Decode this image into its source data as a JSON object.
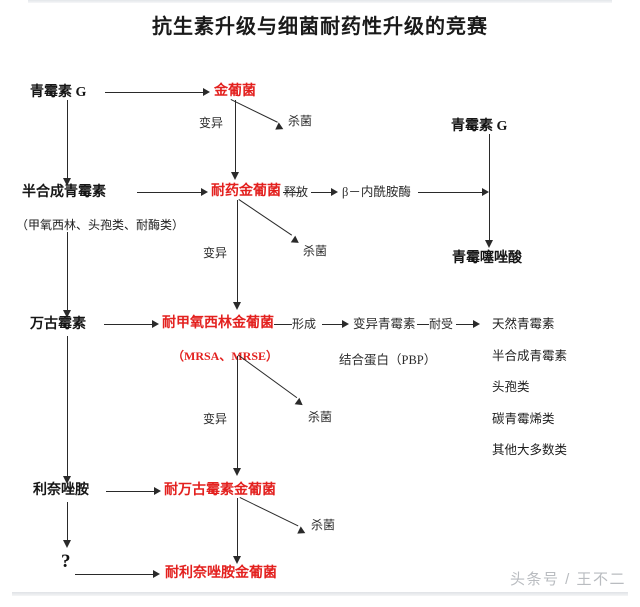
{
  "title": "抗生素升级与细菌耐药性升级的竞赛",
  "colors": {
    "bacteria_red": "#e3211f",
    "text_black": "#161616",
    "line": "#2a2a2a",
    "watermark": "#b9bcc0"
  },
  "nodes": {
    "penicillin_g_left": "青霉素 G",
    "staph_aureus": "金葡菌",
    "semisynthetic_penicillin": "半合成青霉素",
    "semisynthetic_penicillin_sub": "（甲氧西林、头孢类、耐酶类）",
    "resistant_staph": "耐药金葡菌",
    "beta_lactamase": "β－内酰胺酶",
    "penicillin_g_right": "青霉素 G",
    "penicilloic_acid": "青霉噻唑酸",
    "vancomycin": "万古霉素",
    "mrsa_node": "耐甲氧西林金葡菌",
    "mrsa_sub": "（MRSA、MRSE）",
    "mutant_penicillin": "变异青霉素",
    "pbp": "结合蛋白（PBP）",
    "linezolid": "利奈唑胺",
    "vrsa": "耐万古霉素金葡菌",
    "lrsa": "耐利奈唑胺金葡菌",
    "question": "?"
  },
  "edge_labels": {
    "mutation_1": "变异",
    "mutation_2": "变异",
    "mutation_3": "变异",
    "kill_1": "杀菌",
    "kill_2": "杀菌",
    "kill_3": "杀菌",
    "kill_4": "杀菌",
    "release": "释放",
    "form": "形成",
    "tolerate": "耐受"
  },
  "tolerated_list": [
    "天然青霉素",
    "半合成青霉素",
    "头孢类",
    "碳青霉烯类",
    "其他大多数类"
  ],
  "watermark": "头条号 / 王不二"
}
